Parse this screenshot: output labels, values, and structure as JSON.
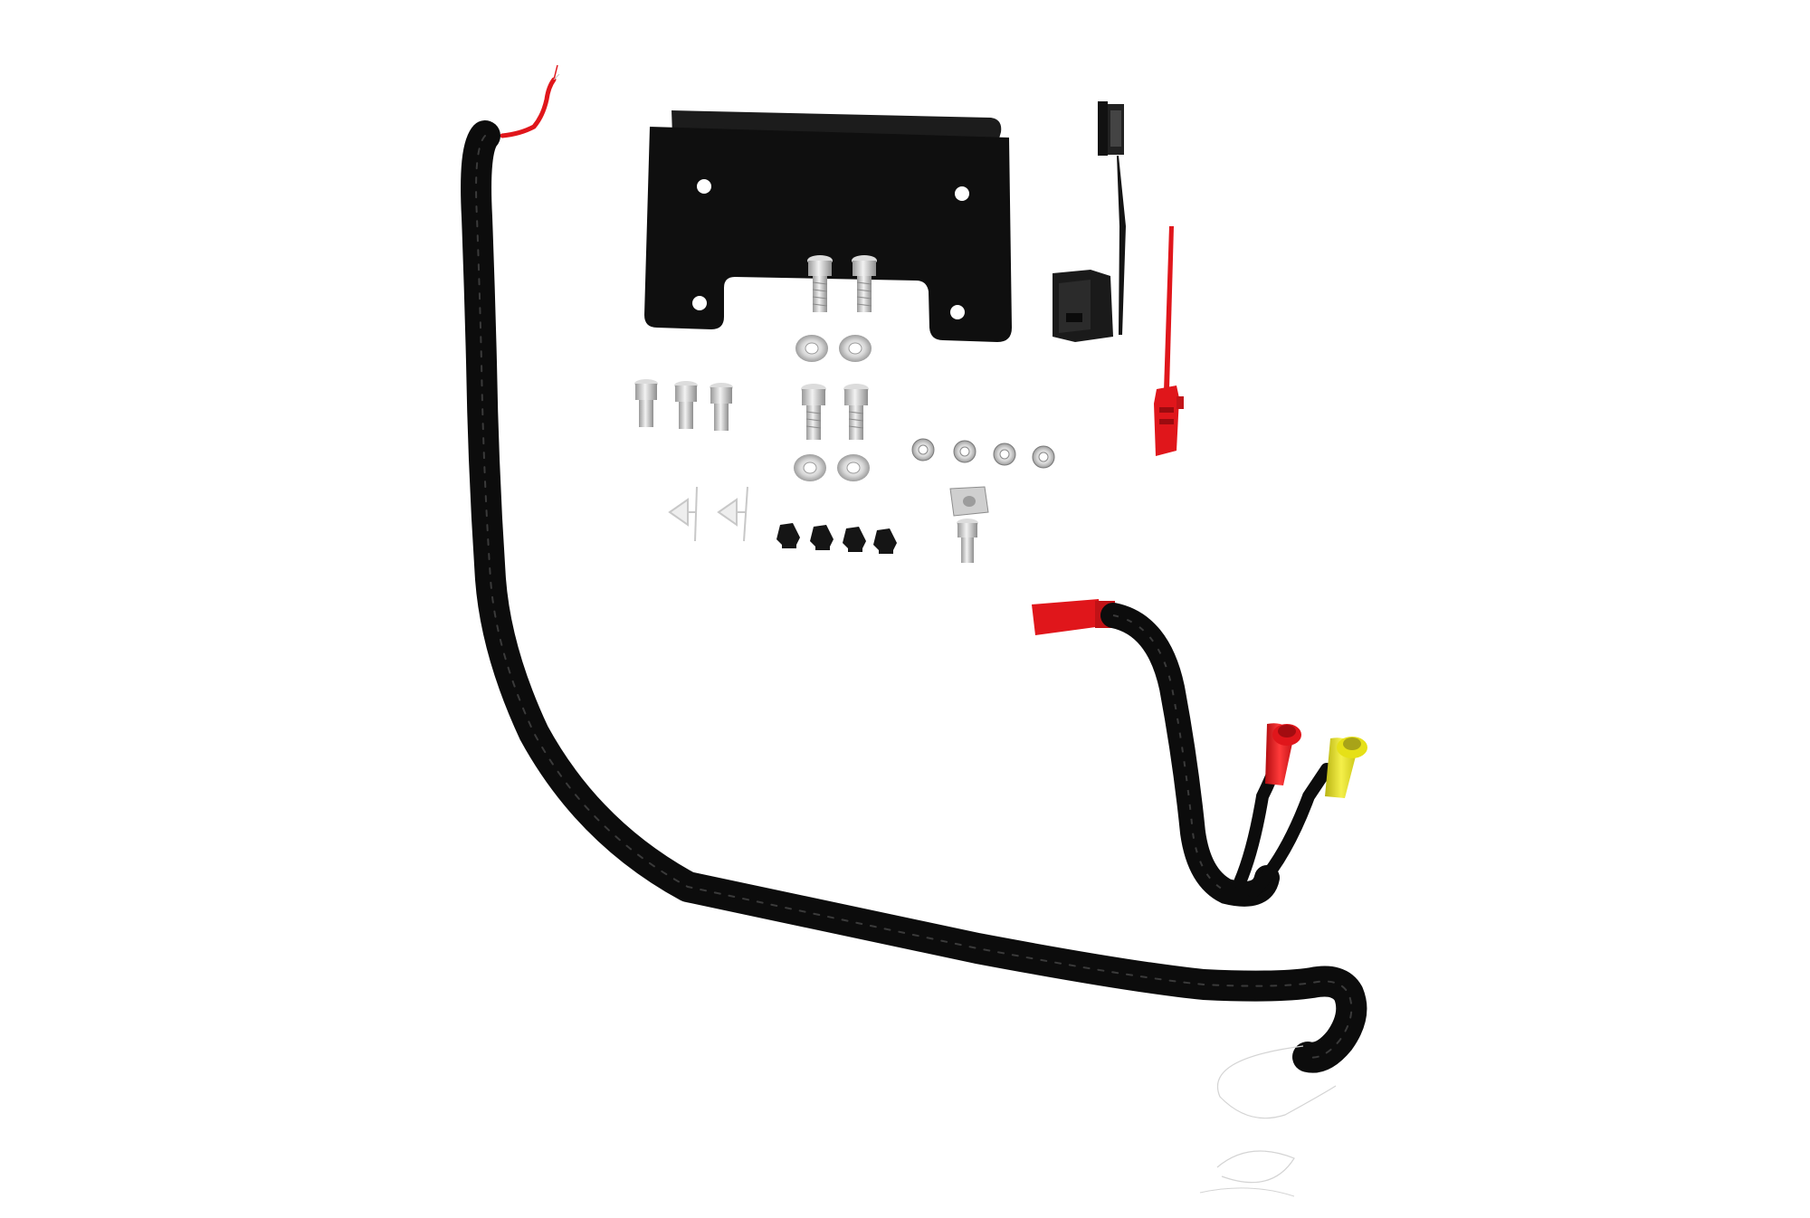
{
  "scene": {
    "description_items": [
      "wiring-harness",
      "mounting-bracket",
      "socket-cap-screws",
      "flat-washers",
      "lock-nuts",
      "push-rivets",
      "push-clips",
      "speed-nut",
      "fuse-holder",
      "connector-housing",
      "cable-tie",
      "red-cable-tie"
    ],
    "colors": {
      "background": "#ffffff",
      "bracket": "#111111",
      "harness": "#0c0c0c",
      "red_wire": "#e0161b",
      "yellow_cap": "#e6e017",
      "steel": "#c9c9c9",
      "steel_dark": "#8f8f8f"
    }
  }
}
